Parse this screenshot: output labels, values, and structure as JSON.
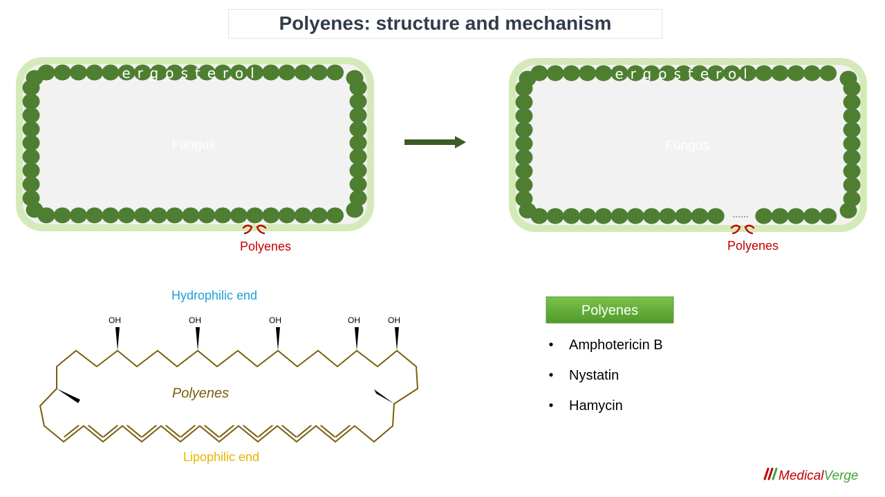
{
  "title": "Polyenes: structure and mechanism",
  "cells": [
    {
      "membrane_label": "ergosterol",
      "body_label": "Fungus",
      "agent_label": "Polyenes"
    },
    {
      "membrane_label": "ergosterol",
      "body_label": "Fungus",
      "agent_label": "Polyenes"
    }
  ],
  "molecule": {
    "name": "Polyenes",
    "hydrophilic_label": "Hydrophilic end",
    "lipophilic_label": "Lipophilic end",
    "hydroxyl_label": "OH"
  },
  "drug_box": {
    "heading": "Polyenes",
    "items": [
      "Amphotericin B",
      "Nystatin",
      "Hamycin"
    ]
  },
  "brand": {
    "part1": "Medical",
    "part2": "Verge"
  },
  "colors": {
    "membrane_outer": "#d4eab8",
    "ergosterol_bead": "#4e7f31",
    "arrow": "#3e5a26",
    "agent_red": "#c00000",
    "hydrophilic_blue": "#1aa0d8",
    "lipophilic_yellow": "#e8b400",
    "molecule_brown": "#7a5c0c",
    "heading_green": "#6db33f"
  }
}
